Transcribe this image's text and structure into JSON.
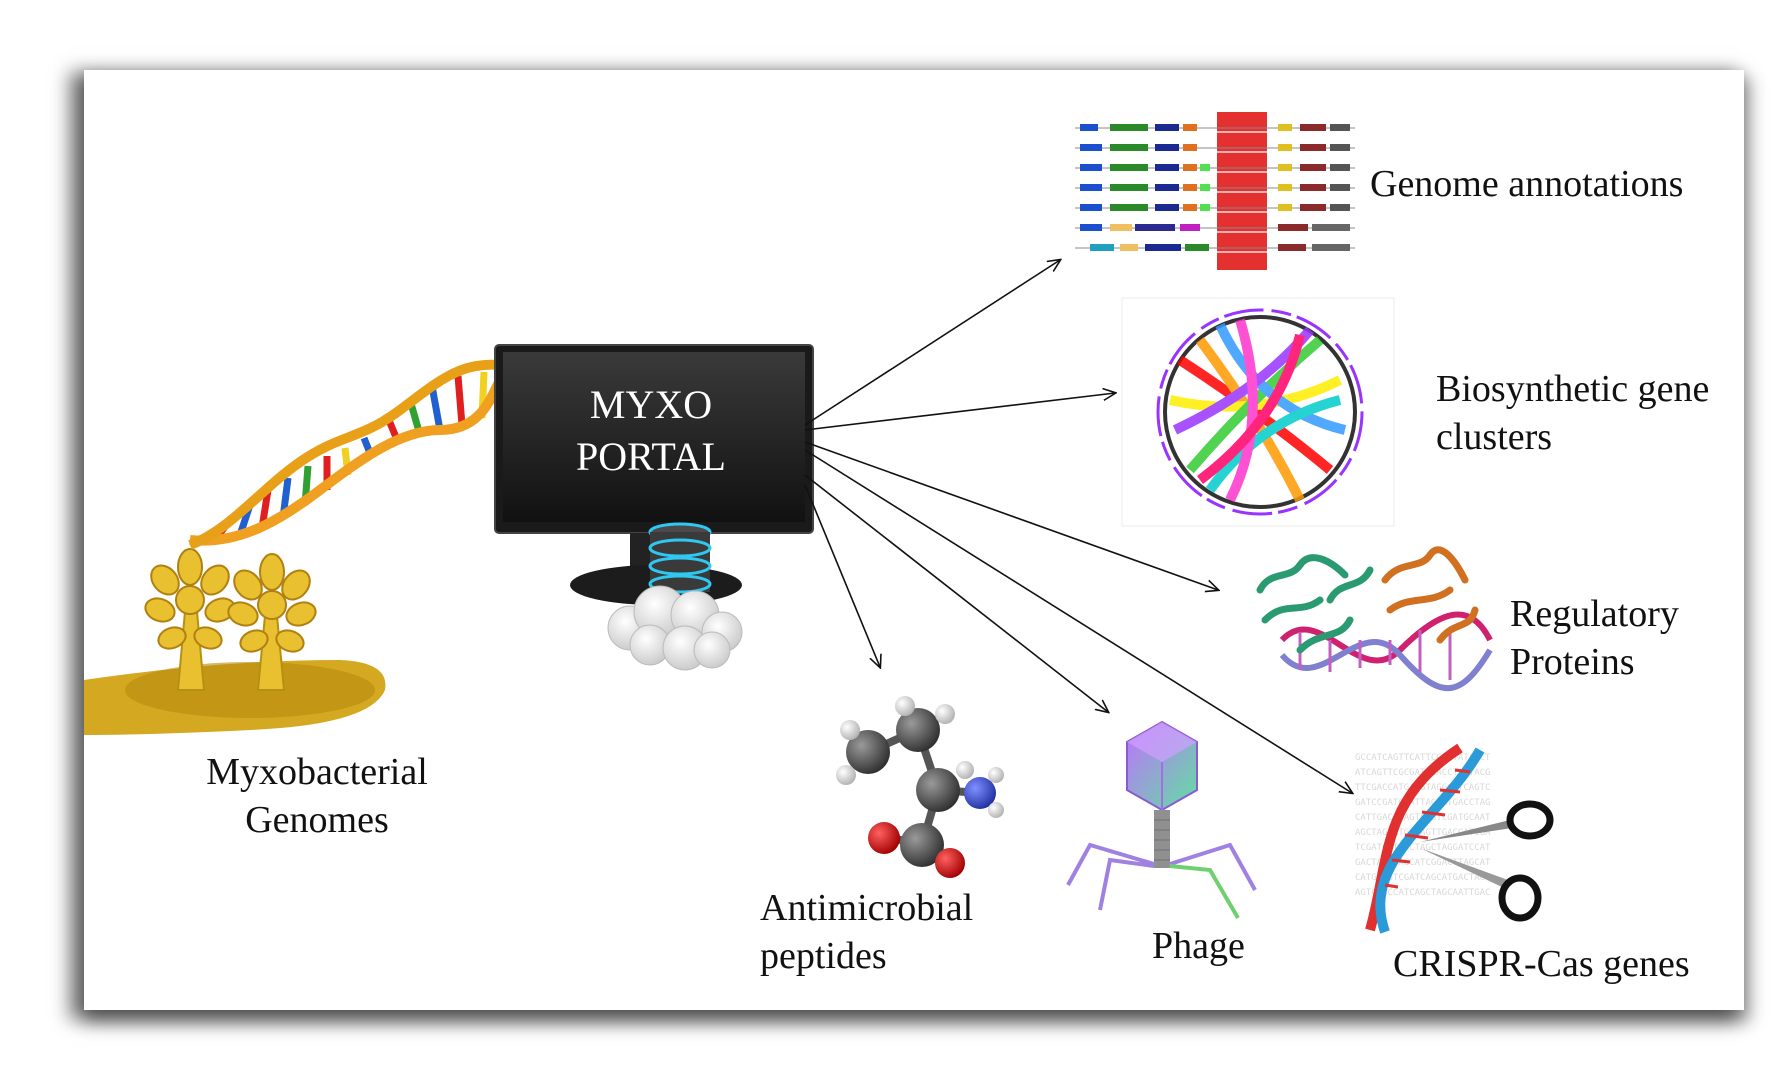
{
  "portal": {
    "line1": "MYXO",
    "line2": "PORTAL"
  },
  "labels": {
    "source": {
      "line1": "Myxobacterial",
      "line2": "Genomes"
    },
    "genome_annotations": "Genome annotations",
    "bgc": {
      "line1": "Biosynthetic gene",
      "line2": "clusters"
    },
    "regulatory": {
      "line1": "Regulatory",
      "line2": "Proteins"
    },
    "crispr": "CRISPR-Cas genes",
    "phage": "Phage",
    "amp": {
      "line1": "Antimicrobial",
      "line2": "peptides"
    }
  },
  "colors": {
    "dna_backbone": "#f0a020",
    "base_red": "#e02020",
    "base_blue": "#2060d0",
    "base_green": "#30a030",
    "base_yellow": "#f0d020",
    "fruiting_body": "#e8c030",
    "monitor": "#1a1a1a",
    "cluster_bar": "#e53030"
  }
}
